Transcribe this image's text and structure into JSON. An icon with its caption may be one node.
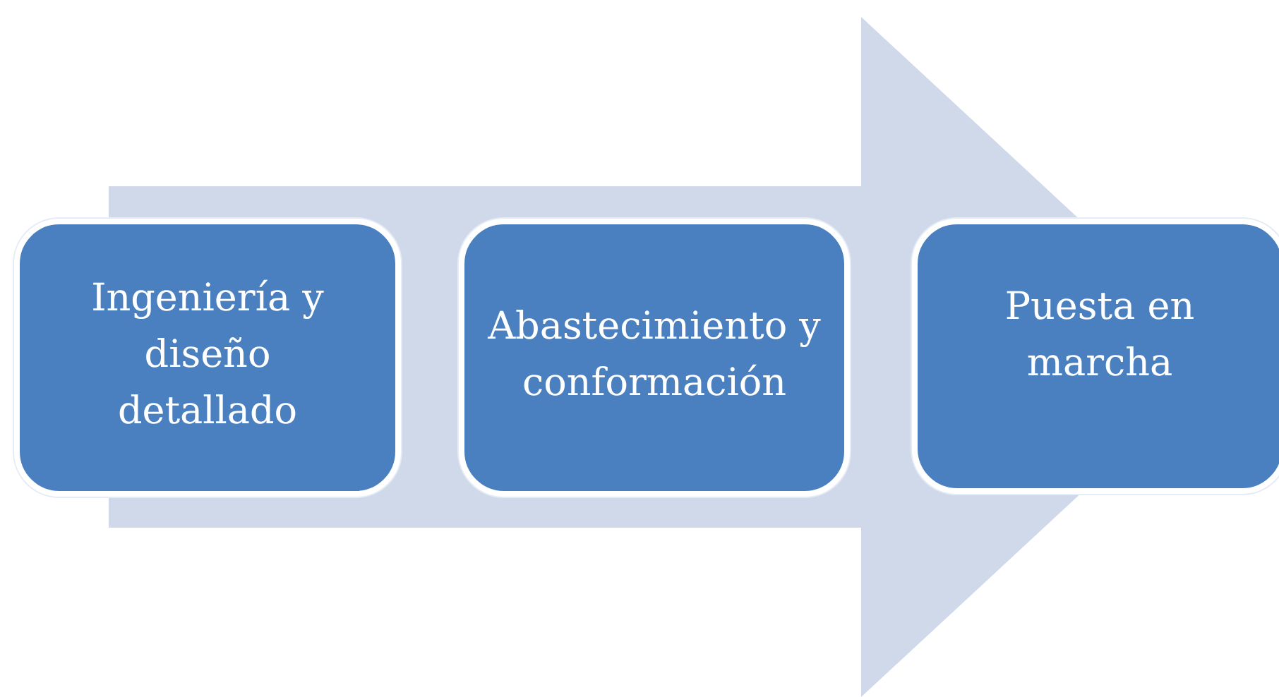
{
  "diagram": {
    "nodes": [
      {
        "text": [
          "Ingeniería y diseño detallado"
        ]
      },
      {
        "text": [
          "Abastecimiento y conformación"
        ]
      },
      {
        "text": [
          "Puesta en marcha"
        ]
      }
    ],
    "edges": [
      {
        "from": 0,
        "to": 2,
        "arrow": "to"
      }
    ]
  }
}
